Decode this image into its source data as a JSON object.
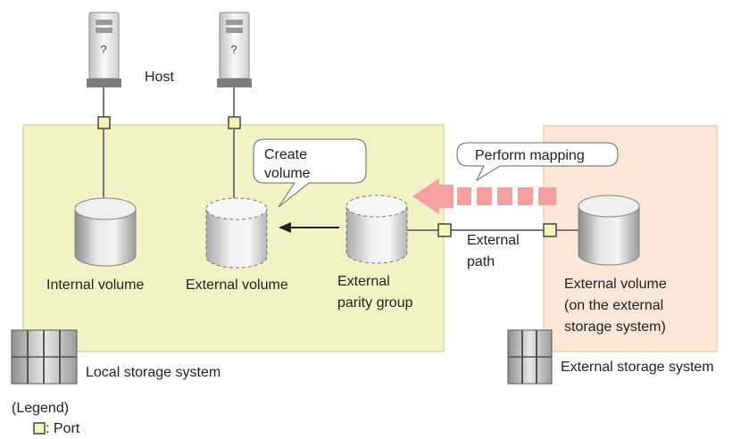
{
  "labels": {
    "host": "Host",
    "internal_volume": "Internal volume",
    "external_volume_local": "External volume",
    "external_parity_group": [
      "External",
      "parity group"
    ],
    "external_volume_remote": [
      "External volume",
      "(on the external",
      "storage system)"
    ],
    "external_path": [
      "External",
      "path"
    ],
    "local_storage_system": "Local storage system",
    "external_storage_system": "External storage system"
  },
  "callouts": {
    "create_volume": [
      "Create",
      "volume"
    ],
    "perform_mapping": "Perform mapping"
  },
  "legend": {
    "title": "(Legend)",
    "port": ": Port"
  },
  "colors": {
    "local_storage_bg": "#f2f2c4",
    "local_storage_border": "#c9c98e",
    "external_storage_bg": "#fbe6d8",
    "external_storage_border": "#e9b89a",
    "port_fill": "#f5f5b5",
    "mapping_arrow": "#f4a0a0"
  },
  "icons": {
    "host": "server-tower-icon",
    "volume": "cylinder-volume-icon",
    "virtual_volume": "dashed-cylinder-volume-icon",
    "storage_system": "storage-rack-icon",
    "port": "port-square-icon"
  }
}
